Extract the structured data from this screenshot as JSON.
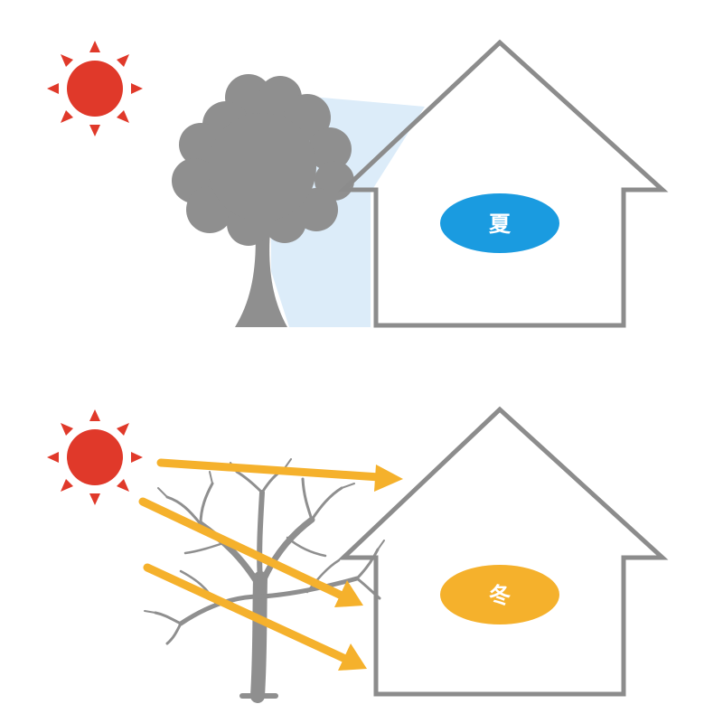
{
  "panels": {
    "summer": {
      "season_label": "夏",
      "sun_icon": "sun-icon",
      "tree_icon": "leafy-tree-icon",
      "house_icon": "house-outline-icon",
      "shade": "shade-area"
    },
    "winter": {
      "season_label": "冬",
      "sun_icon": "sun-icon",
      "tree_icon": "bare-tree-icon",
      "house_icon": "house-outline-icon",
      "rays": [
        "sunlight-arrow",
        "sunlight-arrow",
        "sunlight-arrow"
      ]
    }
  },
  "colors": {
    "sun": "#e0392a",
    "tree": "#8f8f8f",
    "house_stroke": "#8c8c8c",
    "shade": "#dcecf9",
    "summer_label_bg": "#1a9be0",
    "winter_label_bg": "#f5b12c",
    "arrow": "#f5b12c",
    "label_text": "#ffffff"
  }
}
